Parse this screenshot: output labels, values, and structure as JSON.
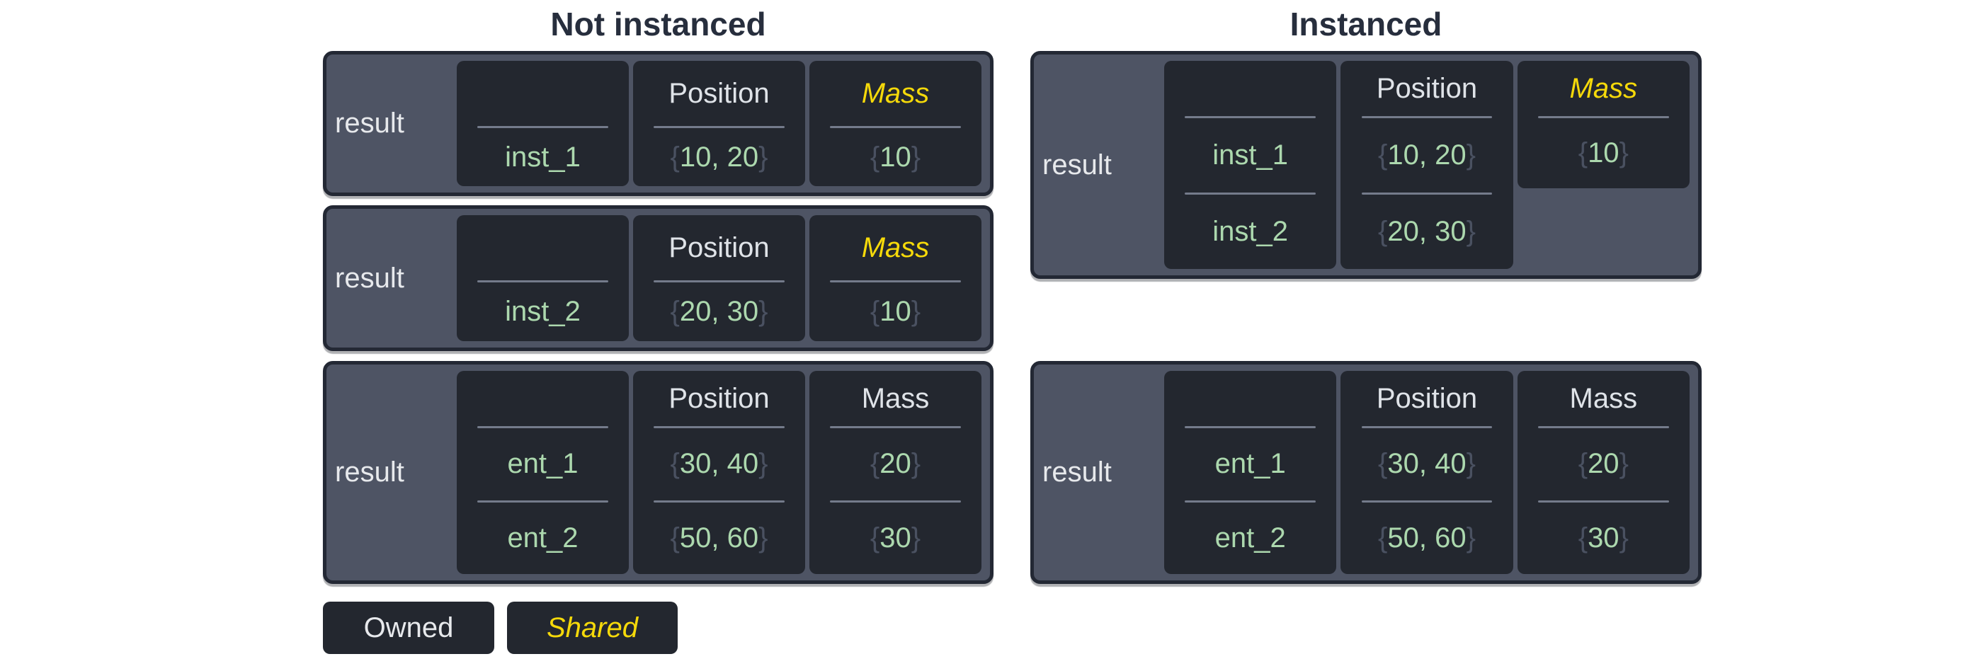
{
  "punct": {
    "open": "{",
    "close": "}"
  },
  "titles": {
    "not_instanced": "Not instanced",
    "instanced": "Instanced"
  },
  "tables": {
    "ni1": {
      "label": "result",
      "name_header": "",
      "names": [
        "inst_1"
      ],
      "position_header": "Position",
      "positions": [
        "10, 20"
      ],
      "mass_header": "Mass",
      "masses": [
        "10"
      ]
    },
    "ni2": {
      "label": "result",
      "name_header": "",
      "names": [
        "inst_2"
      ],
      "position_header": "Position",
      "positions": [
        "20, 30"
      ],
      "mass_header": "Mass",
      "masses": [
        "10"
      ]
    },
    "ni3": {
      "label": "result",
      "name_header": "",
      "names": [
        "ent_1",
        "ent_2"
      ],
      "position_header": "Position",
      "positions": [
        "30, 40",
        "50, 60"
      ],
      "mass_header": "Mass",
      "masses": [
        "20",
        "30"
      ]
    },
    "i1": {
      "label": "result",
      "name_header": "",
      "names": [
        "inst_1",
        "inst_2"
      ],
      "position_header": "Position",
      "positions": [
        "10, 20",
        "20, 30"
      ],
      "mass_header": "Mass",
      "masses": [
        "10"
      ]
    },
    "i2": {
      "label": "result",
      "name_header": "",
      "names": [
        "ent_1",
        "ent_2"
      ],
      "position_header": "Position",
      "positions": [
        "30, 40",
        "50, 60"
      ],
      "mass_header": "Mass",
      "masses": [
        "20",
        "30"
      ]
    }
  },
  "legend": {
    "owned": "Owned",
    "shared": "Shared"
  },
  "colors": {
    "shared_accent": "#F5D90A",
    "value_green": "#ACD8AE",
    "brace_gray": "#4A5161",
    "table_fill": "#4E5464",
    "cell_fill": "#23272F",
    "table_border": "#232834",
    "divider": "#747B8B",
    "label_text": "#E7E9EC",
    "title_text": "#272E3D",
    "page_bg": "#FFFFFF"
  }
}
